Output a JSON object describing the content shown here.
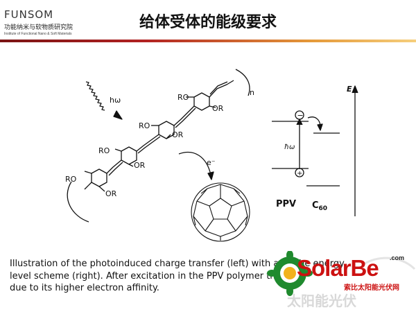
{
  "header": {
    "logo_name": "FUNSOM",
    "logo_cn": "功能纳米与软物质研究院",
    "logo_en": "Institute of Functional Nano & Soft Materials",
    "title": "给体受体的能级要求"
  },
  "figure": {
    "light_label": "hω",
    "polymer_subscript": "n",
    "substituent_ro": "RO",
    "substituent_or": "OR",
    "electron_label": "e⁻",
    "energy_axis_label": "E",
    "excitation_label": "ħω",
    "electron_symbol": "−",
    "hole_symbol": "+",
    "donor_label": "PPV",
    "acceptor_label": "C",
    "acceptor_subscript": "60"
  },
  "caption": {
    "line1": "Illustration of the photoinduced charge transfer (left) with a s     f the energy",
    "line2": "level scheme (right). After excitation in the PPV polymer the",
    "line3": "due to its higher electron affinity."
  },
  "watermark": {
    "brand": "SolarBe",
    "url": ".com",
    "cn": "索比太阳能光伏网",
    "ghost": "太阳能光伏"
  }
}
